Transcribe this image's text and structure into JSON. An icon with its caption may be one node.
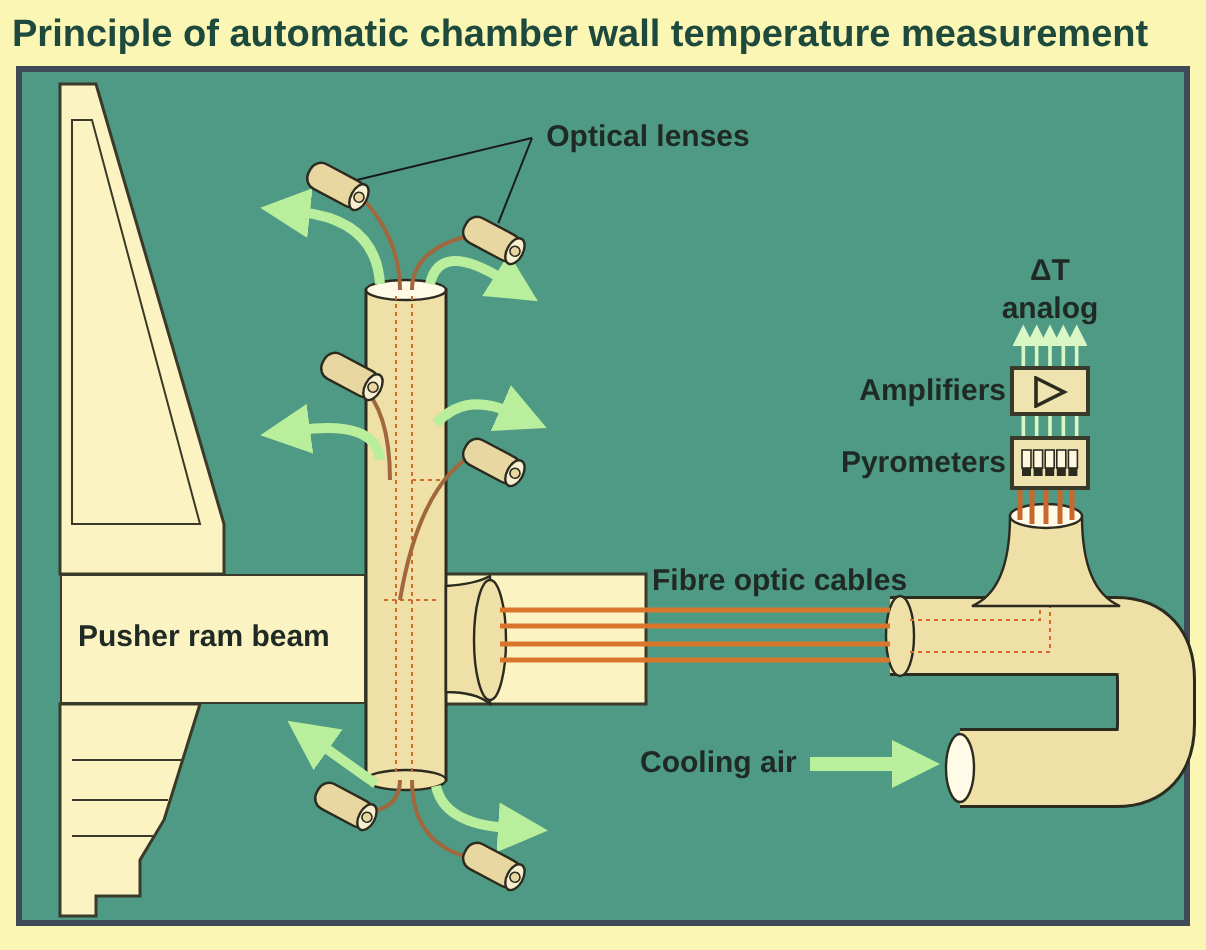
{
  "diagram": {
    "title": "Principle of automatic chamber wall temperature measurement",
    "nodes": [
      {
        "text": [
          "Optical lenses"
        ]
      },
      {
        "text": [],
        "shape": "cylinder"
      },
      {
        "text": [],
        "shape": "cylinder"
      },
      {
        "text": [
          "ΔT analog"
        ]
      },
      {
        "text": [],
        "shape": "box",
        "beside": [
          "Amplifiers"
        ]
      },
      {
        "text": [],
        "shape": "box",
        "beside": [
          "Pyrometers"
        ]
      },
      {
        "text": [
          "Pusher ram beam"
        ]
      },
      {
        "text": [],
        "shape": "cylinder"
      },
      {
        "text": [],
        "shape": "cylinder"
      },
      {
        "text": [],
        "shape": "cylinder"
      },
      {
        "text": [],
        "shape": "cylinder"
      }
    ],
    "edges": [
      {
        "from": 0,
        "to": 1,
        "arrow": "none",
        "color": "#1a1a1a"
      },
      {
        "from": 0,
        "to": 2,
        "arrow": "none",
        "color": "#1a1a1a"
      },
      {
        "from": 4,
        "to": 3,
        "arrow": "to"
      },
      {
        "from": 4,
        "to": 3,
        "arrow": "to"
      },
      {
        "from": 4,
        "to": 3,
        "arrow": "to"
      },
      {
        "from": 4,
        "to": 3,
        "arrow": "to"
      },
      {
        "from": 4,
        "to": 3,
        "arrow": "to"
      },
      {
        "from": 5,
        "to": 4,
        "arrow": "none"
      },
      {
        "from": 5,
        "to": 4,
        "arrow": "none"
      },
      {
        "from": 5,
        "to": 4,
        "arrow": "none"
      },
      {
        "from": 5,
        "to": 4,
        "arrow": "none"
      },
      {
        "from": 5,
        "to": 4,
        "arrow": "none"
      }
    ],
    "labels": [
      "Fibre optic cables",
      "Cooling air"
    ]
  }
}
